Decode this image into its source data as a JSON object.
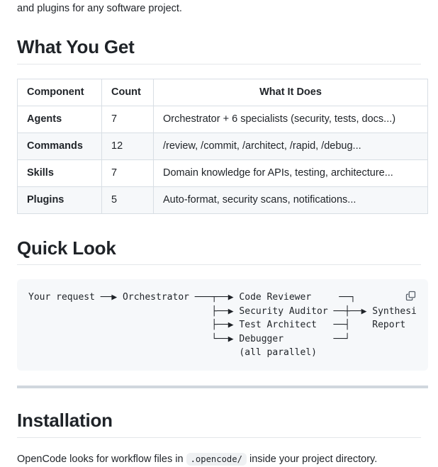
{
  "intro": {
    "trailing_paragraph": "and plugins for any software project."
  },
  "sections": {
    "what_you_get": {
      "heading": "What You Get",
      "table": {
        "columns": [
          "Component",
          "Count",
          "What It Does"
        ],
        "rows": [
          {
            "component": "Agents",
            "count": "7",
            "does": "Orchestrator + 6 specialists (security, tests, docs...)"
          },
          {
            "component": "Commands",
            "count": "12",
            "does": "/review, /commit, /architect, /rapid, /debug..."
          },
          {
            "component": "Skills",
            "count": "7",
            "does": "Domain knowledge for APIs, testing, architecture..."
          },
          {
            "component": "Plugins",
            "count": "5",
            "does": "Auto-format, security scans, notifications..."
          }
        ]
      }
    },
    "quick_look": {
      "heading": "Quick Look",
      "copy_button_label": "Copy",
      "code": "Your request ──▶ Orchestrator ───┬──▶ Code Reviewer     ──┐\n                                 ├──▶ Security Auditor ──┼──▶ Synthesized\n                                 ├──▶ Test Architect   ──┤    Report\n                                 └──▶ Debugger         ──┘\n                                      (all parallel)"
    },
    "installation": {
      "heading": "Installation",
      "paragraph_before_code": "OpenCode looks for workflow files in",
      "inline_code": ".opencode/",
      "paragraph_after_code": "inside your project directory."
    }
  },
  "colors": {
    "text": "#1f2328",
    "table_border": "#d8dee4",
    "alt_row_bg": "#f6f8fa",
    "code_bg": "#f6f8fa",
    "rule": "#d0d7de",
    "heading_underline": "#e4e7ea"
  }
}
